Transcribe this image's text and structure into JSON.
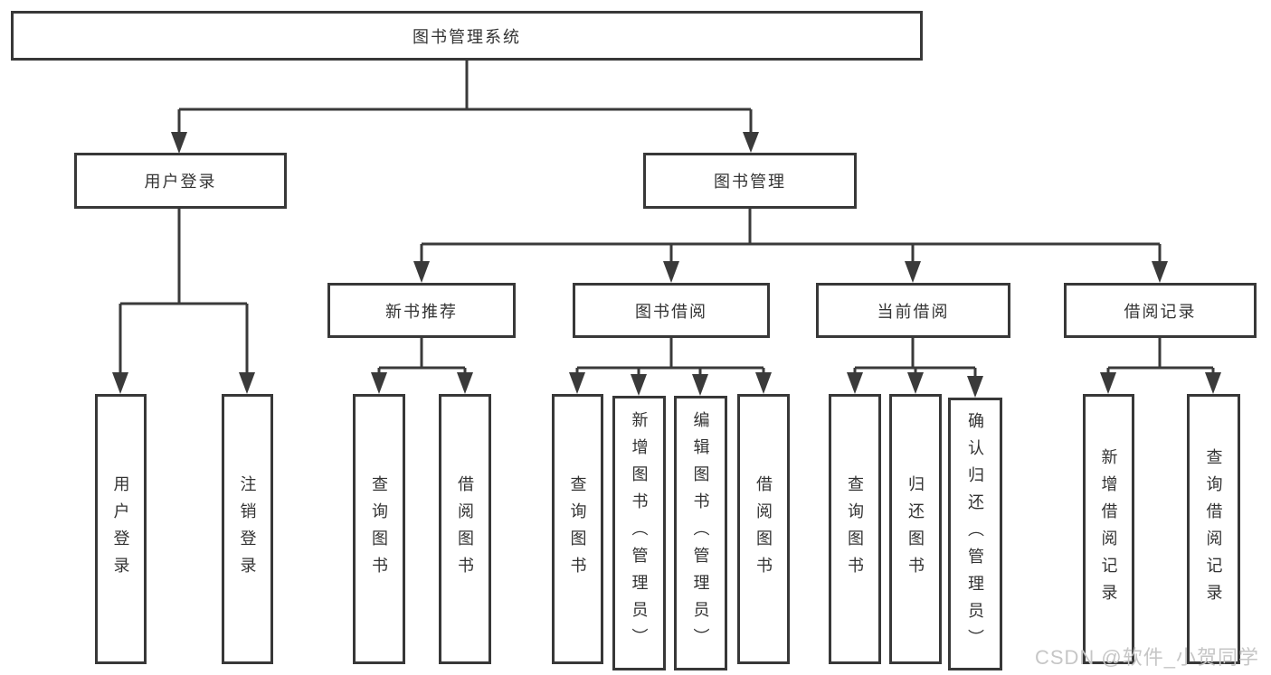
{
  "tree": {
    "root": {
      "label": "图书管理系统",
      "children": [
        {
          "label": "用户登录",
          "children": [
            {
              "label": "用户登录"
            },
            {
              "label": "注销登录"
            }
          ]
        },
        {
          "label": "图书管理",
          "children": [
            {
              "label": "新书推荐",
              "children": [
                {
                  "label": "查询图书"
                },
                {
                  "label": "借阅图书"
                }
              ]
            },
            {
              "label": "图书借阅",
              "children": [
                {
                  "label": "查询图书"
                },
                {
                  "label": "新增图书（管理员）"
                },
                {
                  "label": "编辑图书（管理员）"
                },
                {
                  "label": "借阅图书"
                }
              ]
            },
            {
              "label": "当前借阅",
              "children": [
                {
                  "label": "查询图书"
                },
                {
                  "label": "归还图书"
                },
                {
                  "label": "确认归还（管理员）"
                }
              ]
            },
            {
              "label": "借阅记录",
              "children": [
                {
                  "label": "新增借阅记录"
                },
                {
                  "label": "查询借阅记录"
                }
              ]
            }
          ]
        }
      ]
    }
  },
  "watermark": {
    "text": "CSDN @软件_小贺同学"
  },
  "colors": {
    "line": "#3a3a3a",
    "box_border": "#383838",
    "text": "#333333",
    "watermark": "#c6c6c6",
    "background": "#ffffff"
  }
}
